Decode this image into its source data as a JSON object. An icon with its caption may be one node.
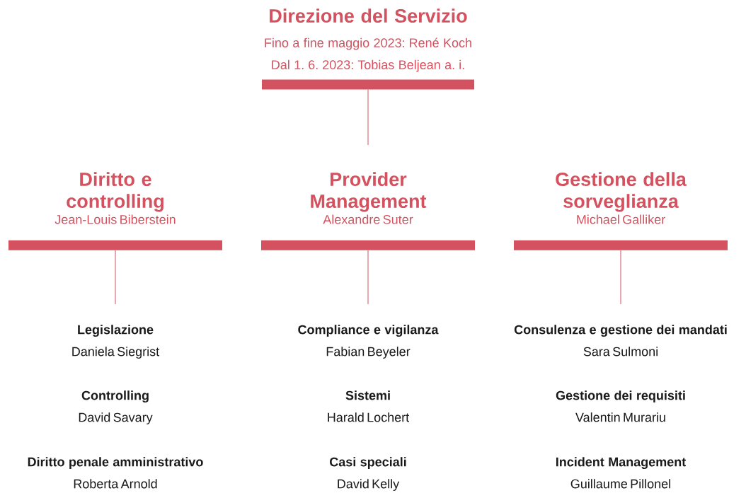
{
  "diagram": {
    "nodes": [
      {
        "text": [
          "Direzione del Servizio",
          "Fino a fine maggio 2023: René Koch",
          "Dal 1. 6. 2023: Tobias Beljean a. i."
        ]
      },
      {
        "text": [
          "Diritto e controlling",
          "Jean-Louis Biberstein"
        ]
      },
      {
        "text": [
          "Provider Management",
          "Alexandre Suter"
        ]
      },
      {
        "text": [
          "Gestione della sorveglianza",
          "Michael Galliker"
        ]
      },
      {
        "text": [
          "Legislazione",
          "Daniela Siegrist"
        ]
      },
      {
        "text": [
          "Controlling",
          "David Savary"
        ]
      },
      {
        "text": [
          "Diritto penale amministrativo",
          "Roberta Arnold"
        ]
      },
      {
        "text": [
          "Compliance e vigilanza",
          "Fabian Beyeler"
        ]
      },
      {
        "text": [
          "Sistemi",
          "Harald Lochert"
        ]
      },
      {
        "text": [
          "Casi speciali",
          "David Kelly"
        ]
      },
      {
        "text": [
          "Consulenza e gestione dei mandati",
          "Sara Sulmoni"
        ]
      },
      {
        "text": [
          "Gestione dei requisiti",
          "Valentin Murariu"
        ]
      },
      {
        "text": [
          "Incident Management",
          "Guillaume Pillonel"
        ]
      }
    ],
    "edges": [
      {
        "from": 0,
        "to": 2,
        "arrow": "none"
      },
      {
        "from": 1,
        "to": 4,
        "arrow": "none"
      },
      {
        "from": 2,
        "to": 7,
        "arrow": "none"
      },
      {
        "from": 3,
        "to": 10,
        "arrow": "none"
      }
    ]
  }
}
